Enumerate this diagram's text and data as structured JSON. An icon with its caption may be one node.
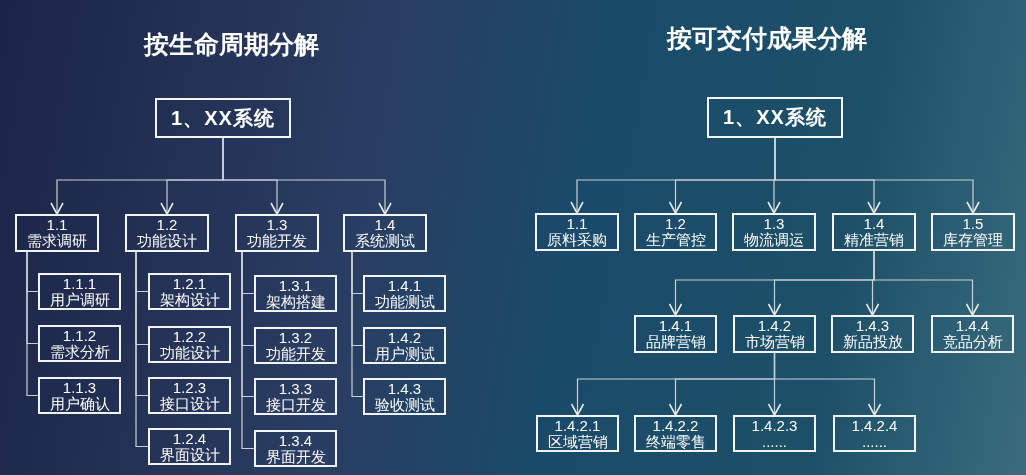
{
  "diagram": {
    "nodes": [
      {
        "text": [
          "1、XX系统"
        ]
      },
      {
        "text": [
          "1.1",
          "需求调研"
        ]
      },
      {
        "text": [
          "1.2",
          "功能设计"
        ]
      },
      {
        "text": [
          "1.3",
          "功能开发"
        ]
      },
      {
        "text": [
          "1.4",
          "系统测试"
        ]
      },
      {
        "text": [
          "1.1.1",
          "用户调研"
        ]
      },
      {
        "text": [
          "1.1.2",
          "需求分析"
        ]
      },
      {
        "text": [
          "1.1.3",
          "用户确认"
        ]
      },
      {
        "text": [
          "1.2.1",
          "架构设计"
        ]
      },
      {
        "text": [
          "1.2.2",
          "功能设计"
        ]
      },
      {
        "text": [
          "1.2.3",
          "接口设计"
        ]
      },
      {
        "text": [
          "1.2.4",
          "界面设计"
        ]
      },
      {
        "text": [
          "1.3.1",
          "架构搭建"
        ]
      },
      {
        "text": [
          "1.3.2",
          "功能开发"
        ]
      },
      {
        "text": [
          "1.3.3",
          "接口开发"
        ]
      },
      {
        "text": [
          "1.3.4",
          "界面开发"
        ]
      },
      {
        "text": [
          "1.4.1",
          "功能测试"
        ]
      },
      {
        "text": [
          "1.4.2",
          "用户测试"
        ]
      },
      {
        "text": [
          "1.4.3",
          "验收测试"
        ]
      },
      {
        "text": [
          "1、XX系统"
        ]
      },
      {
        "text": [
          "1.1",
          "原料采购"
        ]
      },
      {
        "text": [
          "1.2",
          "生产管控"
        ]
      },
      {
        "text": [
          "1.3",
          "物流调运"
        ]
      },
      {
        "text": [
          "1.4",
          "精准营销"
        ]
      },
      {
        "text": [
          "1.5",
          "库存管理"
        ]
      },
      {
        "text": [
          "1.4.1",
          "品牌营销"
        ]
      },
      {
        "text": [
          "1.4.2",
          "市场营销"
        ]
      },
      {
        "text": [
          "1.4.3",
          "新品投放"
        ]
      },
      {
        "text": [
          "1.4.4",
          "竞品分析"
        ]
      },
      {
        "text": [
          "1.4.2.1",
          "区域营销"
        ]
      },
      {
        "text": [
          "1.4.2.2",
          "终端零售"
        ]
      },
      {
        "text": [
          "1.4.2.3",
          "......"
        ]
      },
      {
        "text": [
          "1.4.2.4",
          "......"
        ]
      }
    ],
    "edges": [
      {
        "from": 0,
        "to": 1,
        "arrow": "to"
      },
      {
        "from": 0,
        "to": 2,
        "arrow": "to"
      },
      {
        "from": 0,
        "to": 3,
        "arrow": "to"
      },
      {
        "from": 0,
        "to": 4,
        "arrow": "to"
      },
      {
        "from": 1,
        "to": 5,
        "arrow": "none"
      },
      {
        "from": 1,
        "to": 6,
        "arrow": "none"
      },
      {
        "from": 1,
        "to": 7,
        "arrow": "none"
      },
      {
        "from": 2,
        "to": 8,
        "arrow": "none"
      },
      {
        "from": 2,
        "to": 9,
        "arrow": "none"
      },
      {
        "from": 2,
        "to": 10,
        "arrow": "none"
      },
      {
        "from": 2,
        "to": 11,
        "arrow": "none"
      },
      {
        "from": 3,
        "to": 12,
        "arrow": "none"
      },
      {
        "from": 3,
        "to": 13,
        "arrow": "none"
      },
      {
        "from": 3,
        "to": 14,
        "arrow": "none"
      },
      {
        "from": 3,
        "to": 15,
        "arrow": "none"
      },
      {
        "from": 4,
        "to": 16,
        "arrow": "none"
      },
      {
        "from": 4,
        "to": 17,
        "arrow": "none"
      },
      {
        "from": 4,
        "to": 18,
        "arrow": "none"
      },
      {
        "from": 19,
        "to": 20,
        "arrow": "to"
      },
      {
        "from": 19,
        "to": 21,
        "arrow": "to"
      },
      {
        "from": 19,
        "to": 22,
        "arrow": "to"
      },
      {
        "from": 19,
        "to": 23,
        "arrow": "to"
      },
      {
        "from": 19,
        "to": 24,
        "arrow": "to"
      },
      {
        "from": 23,
        "to": 25,
        "arrow": "to"
      },
      {
        "from": 23,
        "to": 26,
        "arrow": "to"
      },
      {
        "from": 23,
        "to": 27,
        "arrow": "to"
      },
      {
        "from": 23,
        "to": 28,
        "arrow": "to"
      },
      {
        "from": 26,
        "to": 29,
        "arrow": "to"
      },
      {
        "from": 26,
        "to": 30,
        "arrow": "to"
      },
      {
        "from": 26,
        "to": 31,
        "arrow": "to"
      },
      {
        "from": 26,
        "to": 32,
        "arrow": "to"
      }
    ],
    "labels": [
      "按生命周期分解",
      "按可交付成果分解"
    ]
  }
}
